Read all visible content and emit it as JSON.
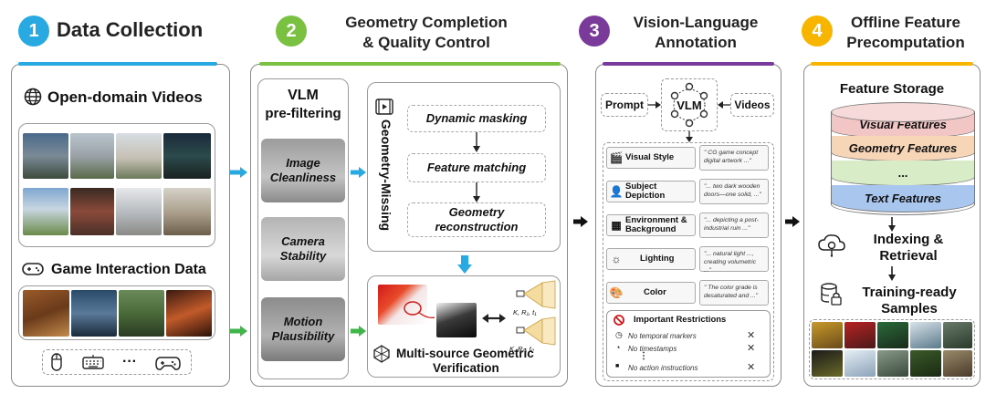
{
  "stages": [
    {
      "num": "1",
      "title_lines": [
        "Data Collection"
      ],
      "color": "#29a9e1"
    },
    {
      "num": "2",
      "title_lines": [
        "Geometry Completion",
        "& Quality Control"
      ],
      "color": "#7ac142"
    },
    {
      "num": "3",
      "title_lines": [
        "Vision-Language",
        "Annotation"
      ],
      "color": "#7a3a9a"
    },
    {
      "num": "4",
      "title_lines": [
        "Offline Feature",
        "Precomputation"
      ],
      "color": "#f7b500"
    }
  ],
  "collection": {
    "open_domain_label": "Open-domain Videos",
    "game_label": "Game Interaction Data",
    "more_label": "···"
  },
  "geometry": {
    "prefilter_title_1": "VLM",
    "prefilter_title_2": "pre-filtering",
    "filters": [
      [
        "Image",
        "Cleanliness"
      ],
      [
        "Camera",
        "Stability"
      ],
      [
        "Motion",
        "Plausibility"
      ]
    ],
    "vertical_label": "Geometry-Missing",
    "steps": [
      [
        "Dynamic masking"
      ],
      [
        "Feature matching"
      ],
      [
        "Geometry",
        "reconstruction"
      ]
    ],
    "verification_1": "Multi-source Geometric",
    "verification_2": "Verification",
    "cam_label_1": "K, R₁, t₁",
    "cam_label_2": "K, Rₙ, tₙ"
  },
  "annotation": {
    "prompt": "Prompt",
    "vlm": "VLM",
    "videos": "Videos",
    "rows": [
      {
        "label": "Visual Style",
        "icon": "clapperboard-icon",
        "glyph": "🎬",
        "quote": "\" CG game concept digital artwork ...\""
      },
      {
        "label": "Subject Depiction",
        "icon": "person-icon",
        "glyph": "👤",
        "quote": "\"... two dark wooden doors—one solid, ...\""
      },
      {
        "label": "Environment & Background",
        "icon": "landscape-icon",
        "glyph": "▦",
        "quote": "\"... depicting a post-industrial ruin ...\""
      },
      {
        "label": "Lighting",
        "icon": "sun-icon",
        "glyph": "☼",
        "quote": "\"... natural light ..., creating volumetric ...\""
      },
      {
        "label": "Color",
        "icon": "palette-icon",
        "glyph": "🎨",
        "quote": "\" The color grade is desaturated and ...\""
      }
    ],
    "restrictions_title": "Important Restrictions",
    "restrictions": [
      {
        "text": "No temporal markers",
        "icon": "clock-icon",
        "glyph": "◷"
      },
      {
        "text": "No timestamps",
        "icon": "stopwatch-icon",
        "glyph": "◔"
      },
      {
        "text": "No  action instructions",
        "icon": "camera-icon",
        "glyph": "■"
      }
    ],
    "ellipsis": "⋮",
    "x": "✕"
  },
  "precompute": {
    "storage_title": "Feature Storage",
    "layers": [
      {
        "label": "Visual Features",
        "color": "#f3c6c6"
      },
      {
        "label": "Geometry  Features",
        "color": "#f7d6b8"
      },
      {
        "label": "...",
        "color": "#d8ecc8"
      },
      {
        "label": "Text  Features",
        "color": "#a9c6ee"
      }
    ],
    "indexing_1": "Indexing &",
    "indexing_2": "Retrieval",
    "training_1": "Training-ready",
    "training_2": "Samples"
  }
}
